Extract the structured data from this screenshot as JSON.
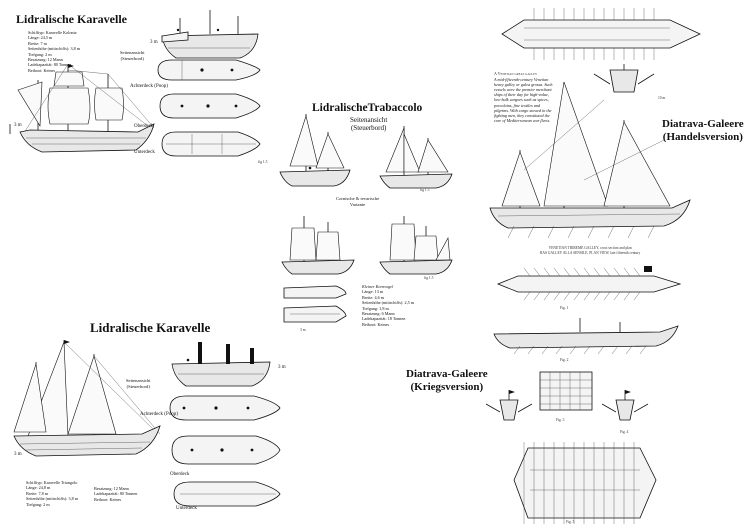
{
  "caravel_top": {
    "title": "Lidralische Karavelle",
    "specs": [
      "Schifftyp: Karavelle Kolonia",
      "Länge: 24,5 m",
      "Breite: 7 m",
      "Seitenhöhe (mittschiffs): 3,8 m",
      "Tiefgang: 2 m",
      "Besatzung: 12 Mann",
      "Ladekapazität: 80 Tonnen",
      "Beiboot: Keines"
    ],
    "side_label": [
      "Seitenansicht",
      "(Steuerbord)"
    ],
    "deck_label": "Achterdeck (Poop)",
    "upper_label": "Oberdeck",
    "lower_label": "Unterdeck",
    "scale": "3 m",
    "scale2": "3 m",
    "fig": "fig 1.5"
  },
  "caravel_bottom": {
    "title": "Lidralische Karavelle",
    "specs": [
      "Schifftyp: Karavelle Triangolo",
      "Länge: 24,8 m",
      "Breite: 7,8 m",
      "Seitenhöhe (mittschiffs): 3,8 m",
      "Tiefgang: 2 m"
    ],
    "specs2": [
      "Besatzung: 12 Mann",
      "Ladekapazität: 80 Tonnen",
      "Beiboot: Keines"
    ],
    "side_label": [
      "Seitenansicht",
      "(Steuerbord)"
    ],
    "deck_label": "Achterdeck (Poop)",
    "upper_label": "Oberdeck",
    "lower_label": "Unterdeck",
    "scale": "3 m",
    "scale2": "3 m"
  },
  "trabaccolo": {
    "title": "LidralischeTrabaccolo",
    "side_label": "Seitenansicht",
    "side_sub": "(Steuerbord)",
    "variant_label": [
      "Cornische & tevarische",
      "Variante"
    ],
    "specs": [
      "Kleiner Kornvogel",
      "Länge: 13 m",
      "Breite: 4,6 m",
      "Seitenhöhe (mittschiffs): 2,5 m",
      "Tiefgang: 1,8 m",
      "Besatzung: 6 Mann",
      "Ladekapazität: 18 Tonnen",
      "Beiboot: Keines"
    ],
    "fig1": "fig 1.5",
    "fig2": "fig 1.5",
    "scale": "3 m"
  },
  "galley_trade": {
    "title": [
      "Diatrava-Galeere",
      "(Handelsversion)"
    ],
    "caption_head": "A Venetian great galley",
    "caption": "A mid-fifteenth-century Venetian heavy galley or galea grossa. Such vessels were the premier merchant ships of their day for high-value, low-bulk cargoes such as spices, porcelains, fine textiles and pilgrims. With cargo stowed in the fighting men, they constituted the core of Mediterranean war fleets.",
    "scale": "10 m"
  },
  "galley_war": {
    "title": [
      "Diatrava-Galeere",
      "(Kriegsversion)"
    ],
    "header": [
      "VENETIAN TRIREME GALLEY, cross section and plan",
      "RAS GALLEY ALLA SENSILE, PLAN VIEW, late fifteenth century"
    ],
    "fig1": "Fig. 1",
    "fig2": "Fig. 2",
    "fig3": "Fig. 3",
    "fig4": "Fig. 4",
    "fig5": "Fig. 5"
  }
}
